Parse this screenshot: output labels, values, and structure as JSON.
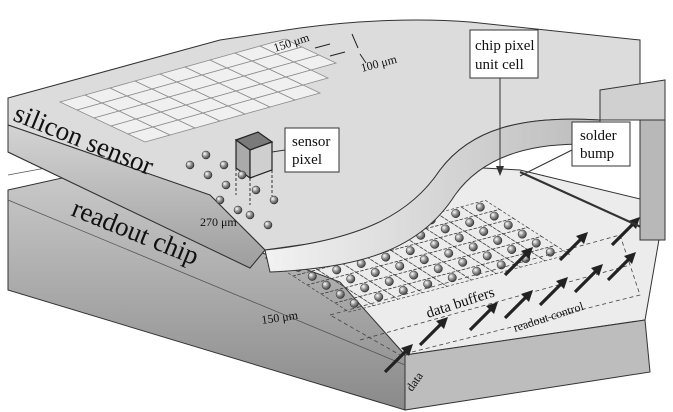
{
  "labels": {
    "silicon_sensor": "silicon sensor",
    "readout_chip": "readout chip",
    "sensor_pixel_1": "sensor",
    "sensor_pixel_2": "pixel",
    "chip_pixel_1": "chip pixel",
    "chip_pixel_2": "unit cell",
    "solder_1": "solder",
    "solder_2": "bump",
    "dim_150_top": "150 μm",
    "dim_100": "100 μm",
    "dim_270": "270 μm",
    "dim_150_chip": "150 μm",
    "data_buffers": "data buffers",
    "readout_control": "readout control",
    "data": "data"
  },
  "colors": {
    "sensor_top": "#d9d9d9",
    "sensor_side": "#bdbdbd",
    "chip_top": "#e6e6e6",
    "chip_side": "#a9a9a9",
    "bump": "#8c8c8c",
    "outline": "#333333"
  }
}
